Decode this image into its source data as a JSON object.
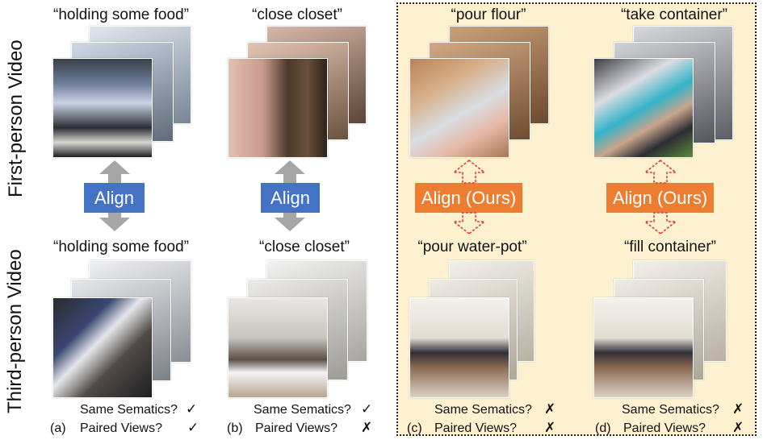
{
  "row_labels": {
    "first": "First-person Video",
    "third": "Third-person Video"
  },
  "panels": [
    {
      "letter": "(a)",
      "top_caption": "“holding some food”",
      "bottom_caption": "“holding some food”",
      "align_label": "Align",
      "same_semantics": "Same Sematics?",
      "same_mark": "✓",
      "paired_views": "Paired Views?",
      "paired_mark": "✓"
    },
    {
      "letter": "(b)",
      "top_caption": "“close closet”",
      "bottom_caption": "“close closet”",
      "align_label": "Align",
      "same_semantics": "Same Sematics?",
      "same_mark": "✓",
      "paired_views": "Paired Views?",
      "paired_mark": "✗"
    },
    {
      "letter": "(c)",
      "top_caption": "“pour flour”",
      "bottom_caption": "“pour water-pot”",
      "align_label": "Align (Ours)",
      "same_semantics": "Same Sematics?",
      "same_mark": "✗",
      "paired_views": "Paired Views?",
      "paired_mark": "✗"
    },
    {
      "letter": "(d)",
      "top_caption": "“take container”",
      "bottom_caption": "“fill container”",
      "align_label": "Align (Ours)",
      "same_semantics": "Same Sematics?",
      "same_mark": "✗",
      "paired_views": "Paired Views?",
      "paired_mark": "✗"
    }
  ],
  "colors": {
    "align_blue": "#4472c4",
    "align_orange": "#ed7d31",
    "arrow_gray": "#a6a6a6",
    "arrow_red": "#e03a3a",
    "highlight_bg": "#fdf1cf"
  }
}
